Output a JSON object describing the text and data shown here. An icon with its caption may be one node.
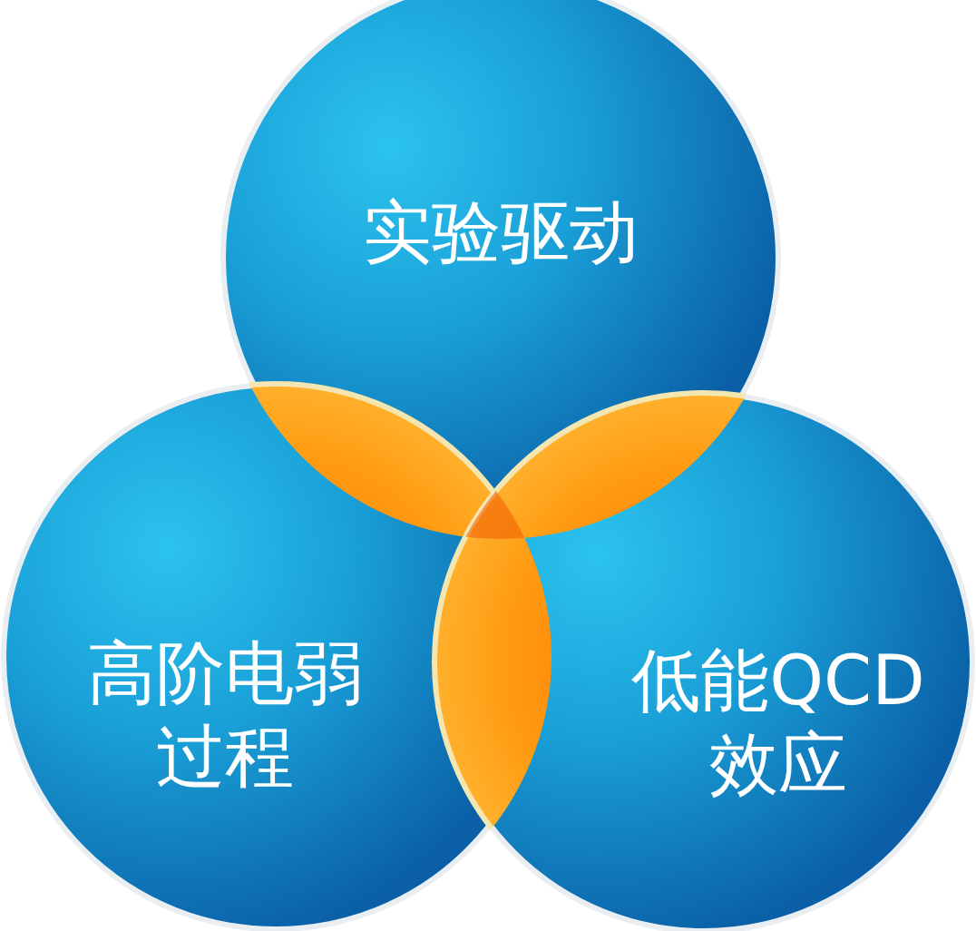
{
  "diagram": {
    "nodes": [
      {
        "text": [
          "实验驱动"
        ]
      },
      {
        "text": [
          "高阶电弱过程"
        ]
      },
      {
        "text": [
          "低能QCD效应"
        ]
      }
    ]
  }
}
